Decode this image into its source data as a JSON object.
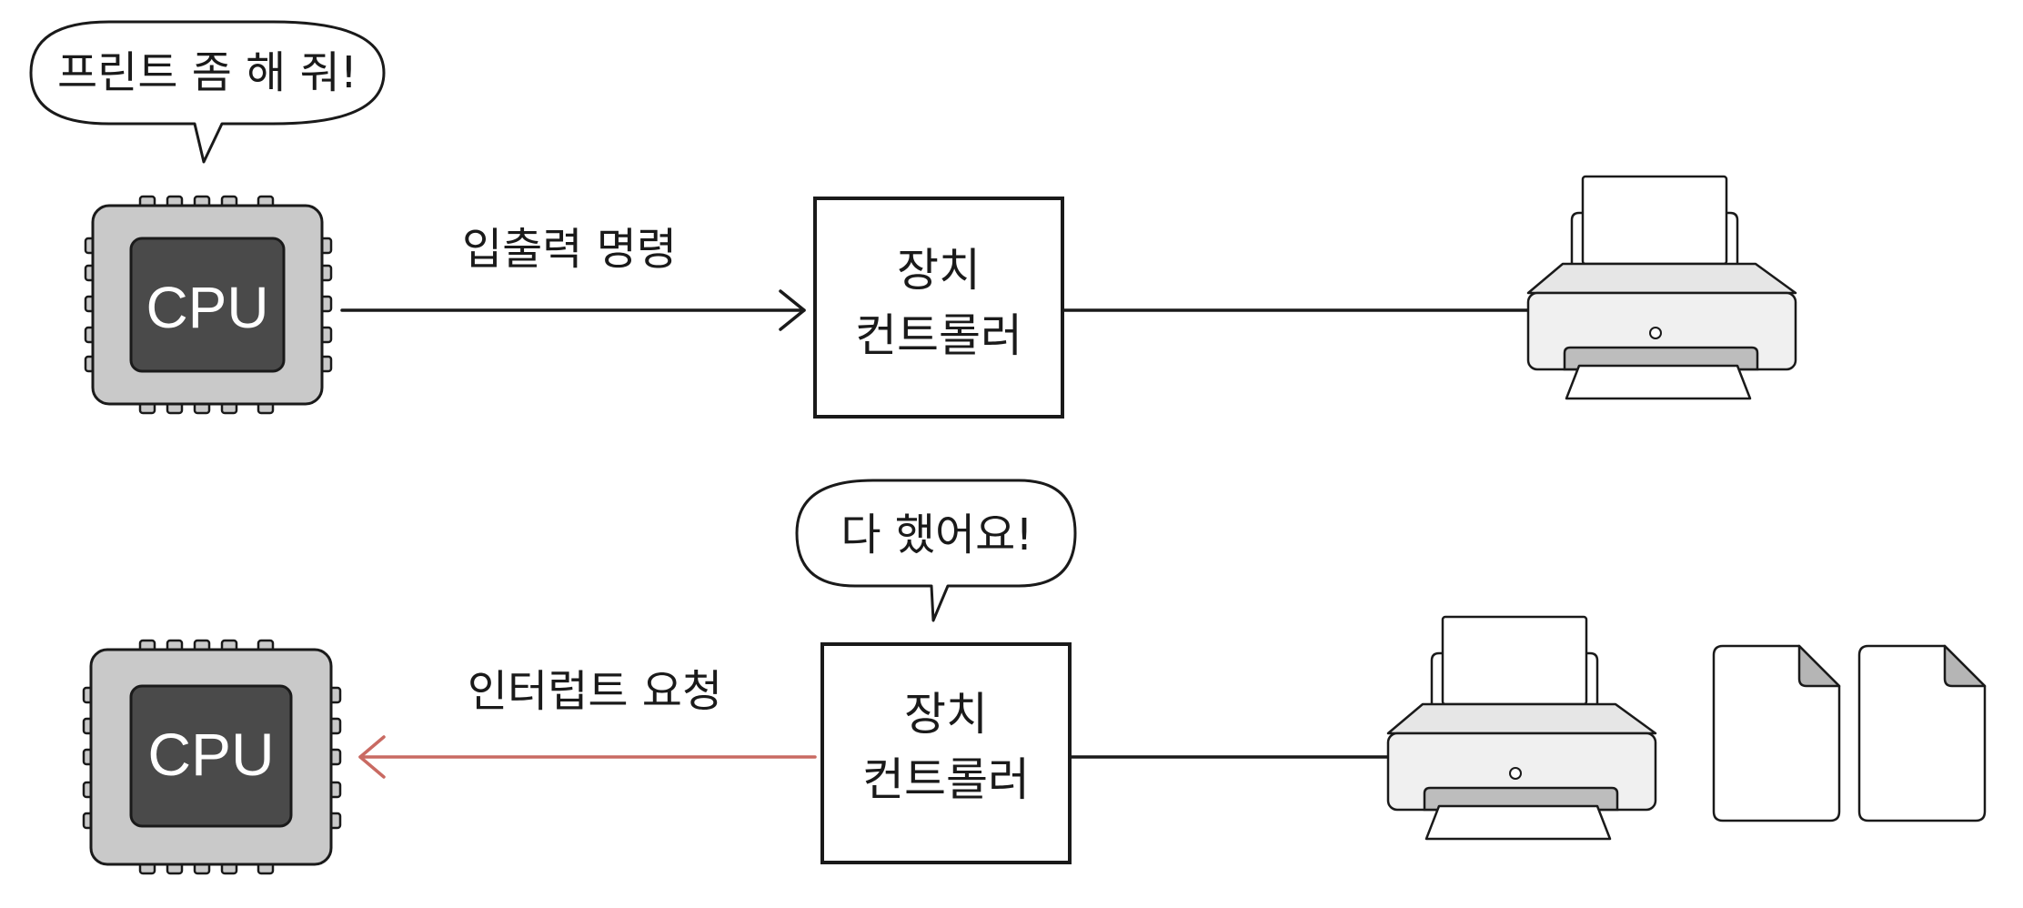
{
  "colors": {
    "ink": "#1a1a1a",
    "cpu_body": "#c9c9c9",
    "cpu_core": "#4a4a4a",
    "cpu_text": "#ffffff",
    "interrupt_arrow": "#c96a62",
    "printer_body": "#f0f0f0",
    "printer_tray": "#bdbdbd",
    "page_corner": "#b5b5b5"
  },
  "top_row": {
    "cpu_speech": "프린트 좀 해 줘!",
    "cpu_label": "CPU",
    "arrow_label": "입출력 명령",
    "controller_line1": "장치",
    "controller_line2": "컨트롤러",
    "printer_icon": "printer-icon"
  },
  "bottom_row": {
    "controller_speech": "다 했어요!",
    "cpu_label": "CPU",
    "arrow_label": "인터럽트 요청",
    "controller_line1": "장치",
    "controller_line2": "컨트롤러",
    "printer_icon": "printer-icon",
    "output_pages": 2
  }
}
